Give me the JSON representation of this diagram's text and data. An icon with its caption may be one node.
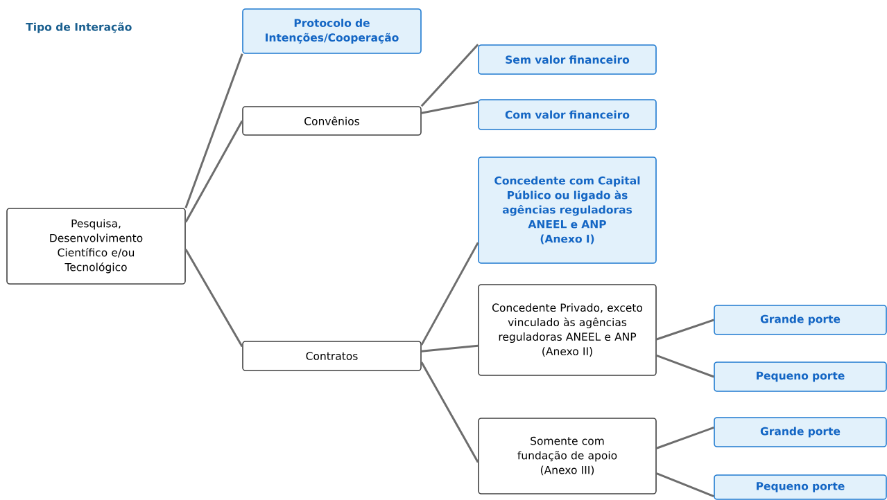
{
  "diagram": {
    "nodes": [
      {
        "text": [
          "Pesquisa, Desenvolvimento Científico e/ou Tecnológico"
        ]
      },
      {
        "text": [
          "Protocolo de Intenções/Cooperação"
        ]
      },
      {
        "text": [
          "Convênios"
        ]
      },
      {
        "text": [
          "Sem valor financeiro"
        ]
      },
      {
        "text": [
          "Com valor financeiro"
        ]
      },
      {
        "text": [
          "Contratos"
        ]
      },
      {
        "text": [
          "Concedente com Capital Público ou ligado às agências reguladoras ANEEL e ANP",
          "(Anexo I)"
        ]
      },
      {
        "text": [
          "Concedente Privado, exceto vinculado às agências reguladoras ANEEL e ANP",
          "(Anexo II)"
        ]
      },
      {
        "text": [
          "Grande porte"
        ]
      },
      {
        "text": [
          "Pequeno porte"
        ]
      },
      {
        "text": [
          "Somente com fundação de apoio",
          "(Anexo III)"
        ]
      },
      {
        "text": [
          "Grande porte"
        ]
      },
      {
        "text": [
          "Pequeno porte"
        ]
      }
    ],
    "edges": [
      {
        "from": 0,
        "to": 1,
        "arrow": "none"
      },
      {
        "from": 0,
        "to": 2,
        "arrow": "none"
      },
      {
        "from": 0,
        "to": 5,
        "arrow": "none"
      },
      {
        "from": 2,
        "to": 3,
        "arrow": "none"
      },
      {
        "from": 2,
        "to": 4,
        "arrow": "none"
      },
      {
        "from": 5,
        "to": 6,
        "arrow": "none"
      },
      {
        "from": 5,
        "to": 7,
        "arrow": "none"
      },
      {
        "from": 5,
        "to": 10,
        "arrow": "none"
      },
      {
        "from": 7,
        "to": 8,
        "arrow": "none"
      },
      {
        "from": 7,
        "to": 9,
        "arrow": "none"
      },
      {
        "from": 10,
        "to": 11,
        "arrow": "none"
      },
      {
        "from": 10,
        "to": 12,
        "arrow": "none"
      }
    ],
    "labels": [
      "Tipo de Interação"
    ]
  }
}
